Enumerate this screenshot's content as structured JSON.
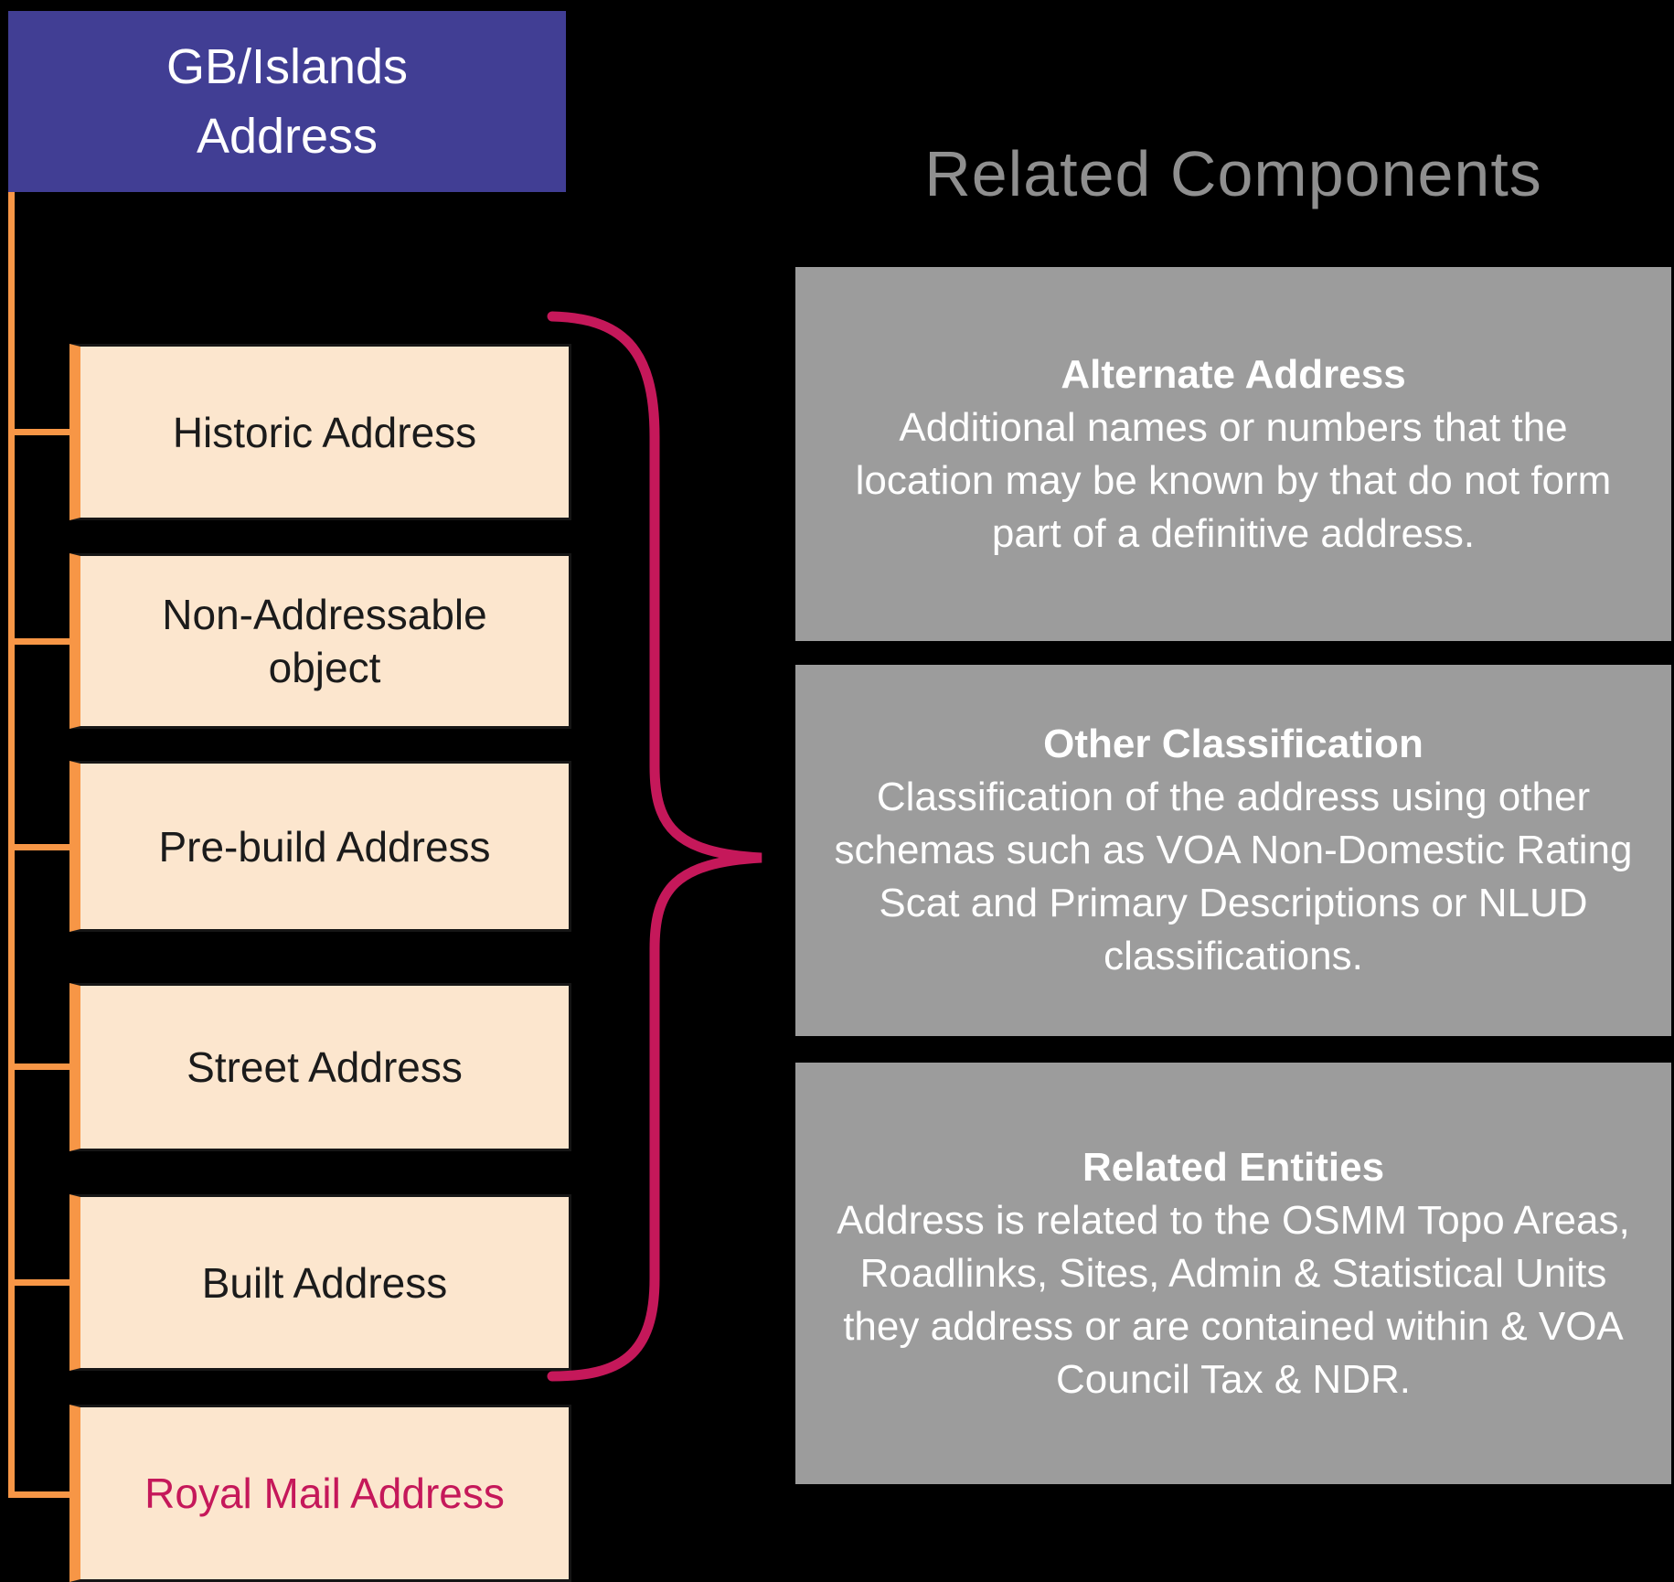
{
  "header": {
    "line1": "GB/Islands",
    "line2": "Address",
    "bg_color": "#413E94",
    "text_color": "#FFFFFF"
  },
  "related_title": "Related Components",
  "tree": {
    "connector_color": "#F79646",
    "box_bg_color": "#FCE6CE",
    "highlight_color": "#C5185A",
    "items": [
      {
        "label": "Historic Address",
        "highlight": false
      },
      {
        "label": "Non-Addressable object",
        "highlight": false
      },
      {
        "label": "Pre-build Address",
        "highlight": false
      },
      {
        "label": "Street Address",
        "highlight": false
      },
      {
        "label": "Built Address",
        "highlight": false
      },
      {
        "label": "Royal Mail Address",
        "highlight": true
      }
    ]
  },
  "brace_color": "#C5185A",
  "components": [
    {
      "title": "Alternate Address",
      "body": "Additional names or numbers that the location may be known by that do not form part of a definitive address."
    },
    {
      "title": "Other Classification",
      "body": "Classification of the address using other schemas such as VOA Non-Domestic Rating Scat and Primary Descriptions or NLUD classifications."
    },
    {
      "title": "Related Entities",
      "body": "Address is related to the OSMM Topo Areas, Roadlinks, Sites, Admin & Statistical Units they address or are contained within & VOA Council Tax & NDR."
    }
  ]
}
